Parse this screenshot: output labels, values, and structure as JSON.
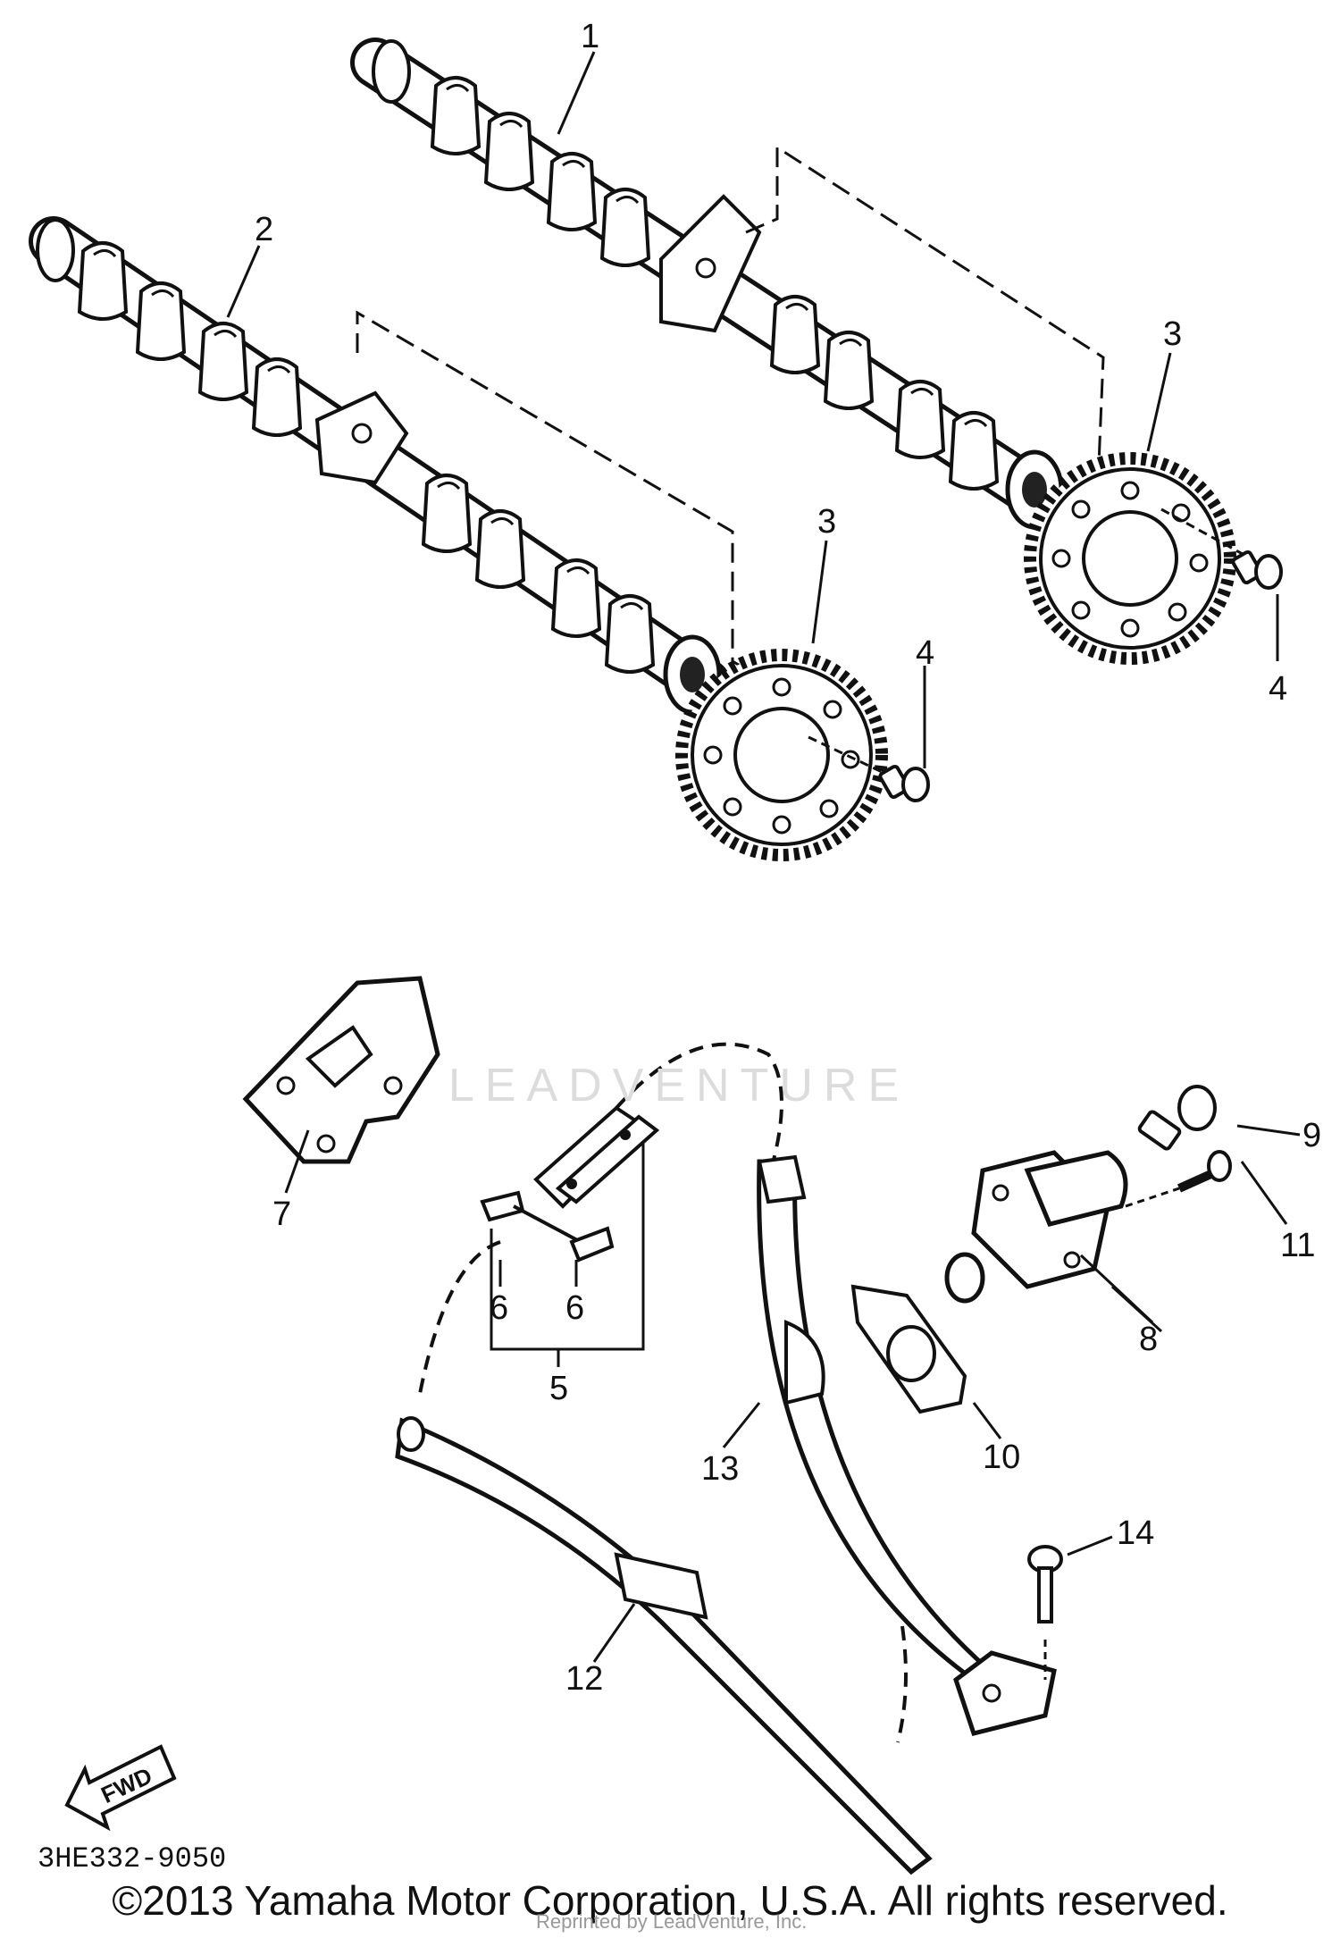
{
  "diagram": {
    "part_code": "3HE332-9050",
    "fwd_label": "FWD",
    "watermark_text": "LEADVENTURE",
    "reprint_text": "Reprinted by LeadVenture, Inc.",
    "copyright": "©2013 Yamaha Motor Corporation, U.S.A. All rights reserved.",
    "callouts": {
      "c1": "1",
      "c2": "2",
      "c3a": "3",
      "c3b": "3",
      "c4a": "4",
      "c4b": "4",
      "c5": "5",
      "c6a": "6",
      "c6b": "6",
      "c7": "7",
      "c8": "8",
      "c9": "9",
      "c10": "10",
      "c11": "11",
      "c12": "12",
      "c13": "13",
      "c14": "14"
    }
  }
}
